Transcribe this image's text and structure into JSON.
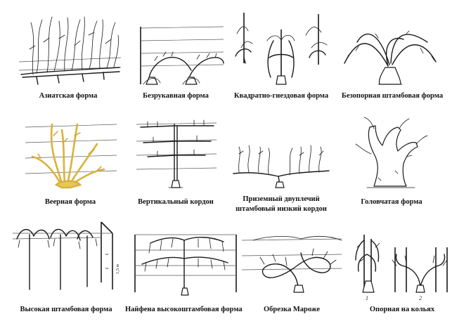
{
  "captions": {
    "r1c1": "Азиатская форма",
    "r1c2": "Безрукавная форма",
    "r1c3": "Квадратно-гнездовая форма",
    "r1c4": "Безопорная штамбовая форма",
    "r2c1": "Веерная форма",
    "r2c2": "Вертикальный кордон",
    "r2c3_line1": "Приземный двуплечий",
    "r2c3_line2": "штамбовый низкий кордон",
    "r2c4": "Головчатая форма",
    "r3c1": "Высокая штамбовая форма",
    "r3c2": "Найфена высокоштамбовая форма",
    "r3c3": "Обрезка Мароже",
    "r3c4": "Опорная на кольях"
  },
  "labels": {
    "height_mark": "1,5 м",
    "fig1": "1",
    "fig2": "2"
  },
  "colors": {
    "ink": "#1a1a1a",
    "fan_highlight": "#d8b23a"
  }
}
